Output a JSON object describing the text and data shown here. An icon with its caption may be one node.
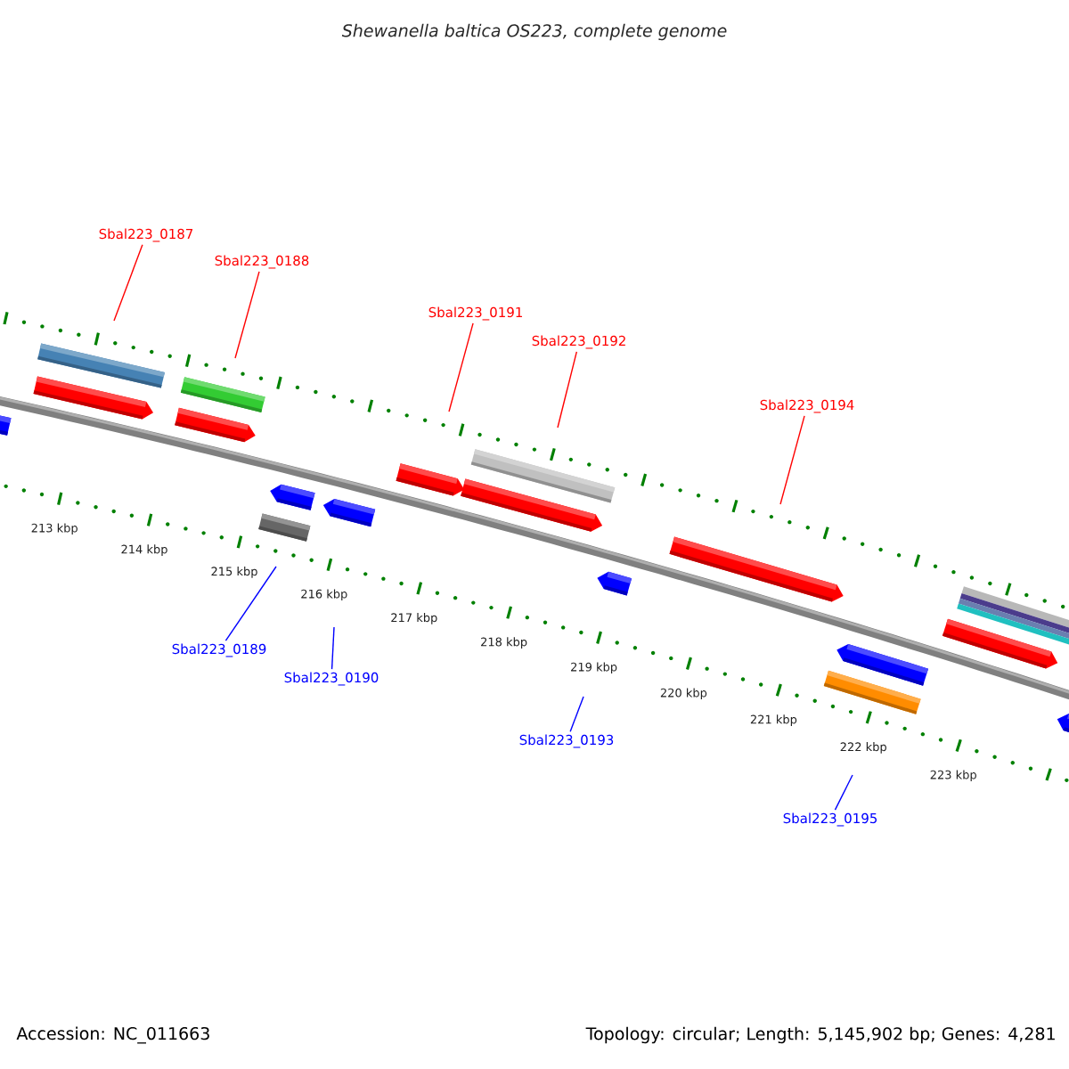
{
  "diagram": {
    "title": "Shewanella baltica OS223, complete genome",
    "nodes": [
      {
        "text": [
          "Sbal223_0187"
        ]
      },
      {
        "text": [
          "Sbal223_0188"
        ]
      },
      {
        "text": [
          "Sbal223_0191"
        ]
      },
      {
        "text": [
          "Sbal223_0192"
        ]
      },
      {
        "text": [
          "Sbal223_0194"
        ]
      },
      {
        "text": [
          "Sbal223_0189"
        ]
      },
      {
        "text": [
          "Sbal223_0190"
        ]
      },
      {
        "text": [
          "Sbal223_0193"
        ]
      },
      {
        "text": [
          "Sbal223_0195"
        ]
      }
    ],
    "edges": [
      {
        "from": 0,
        "to": null,
        "arrow": "none",
        "color": "#ff0000"
      },
      {
        "from": 1,
        "to": null,
        "arrow": "none",
        "color": "#ff0000"
      },
      {
        "from": 2,
        "to": null,
        "arrow": "none",
        "color": "#ff0000"
      },
      {
        "from": 3,
        "to": null,
        "arrow": "none",
        "color": "#ff0000"
      },
      {
        "from": 4,
        "to": null,
        "arrow": "none",
        "color": "#ff0000"
      },
      {
        "from": 5,
        "to": null,
        "arrow": "none",
        "color": "#0000ff"
      },
      {
        "from": 6,
        "to": null,
        "arrow": "none",
        "color": "#0000ff"
      },
      {
        "from": 7,
        "to": null,
        "arrow": "none",
        "color": "#0000ff"
      },
      {
        "from": 8,
        "to": null,
        "arrow": "none",
        "color": "#0000ff"
      }
    ],
    "labels": [
      "213 kbp",
      "214 kbp",
      "215 kbp",
      "216 kbp",
      "217 kbp",
      "218 kbp",
      "219 kbp",
      "220 kbp",
      "221 kbp",
      "222 kbp",
      "223 kbp",
      "Accession: NC_011663",
      "Topology: circular; Length: 5,145,902 bp; Genes: 4,281"
    ]
  }
}
